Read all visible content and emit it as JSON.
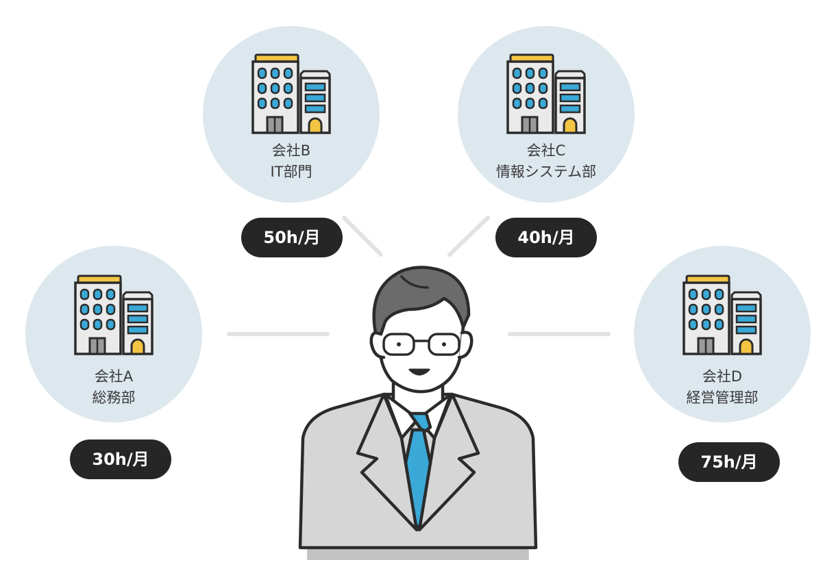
{
  "colors": {
    "circle": "#dde7ee",
    "connector": "#e2e2e2",
    "pill": "#262626",
    "outline": "#2b2b2b",
    "building": "#eaeaea",
    "window": "#3aa9d8",
    "roof": "#f3c543",
    "suit": "#d6d6d6",
    "suit_shadow": "#c2c2c2",
    "skin": "#ffffff",
    "hair": "#6b6b6b",
    "tie": "#3aa9d8"
  },
  "companies": [
    {
      "id": "a",
      "name": "会社A",
      "dept": "総務部",
      "hours": "30h/月"
    },
    {
      "id": "b",
      "name": "会社B",
      "dept": "IT部門",
      "hours": "50h/月"
    },
    {
      "id": "c",
      "name": "会社C",
      "dept": "情報システム部",
      "hours": "40h/月"
    },
    {
      "id": "d",
      "name": "会社D",
      "dept": "経営管理部",
      "hours": "75h/月"
    }
  ]
}
